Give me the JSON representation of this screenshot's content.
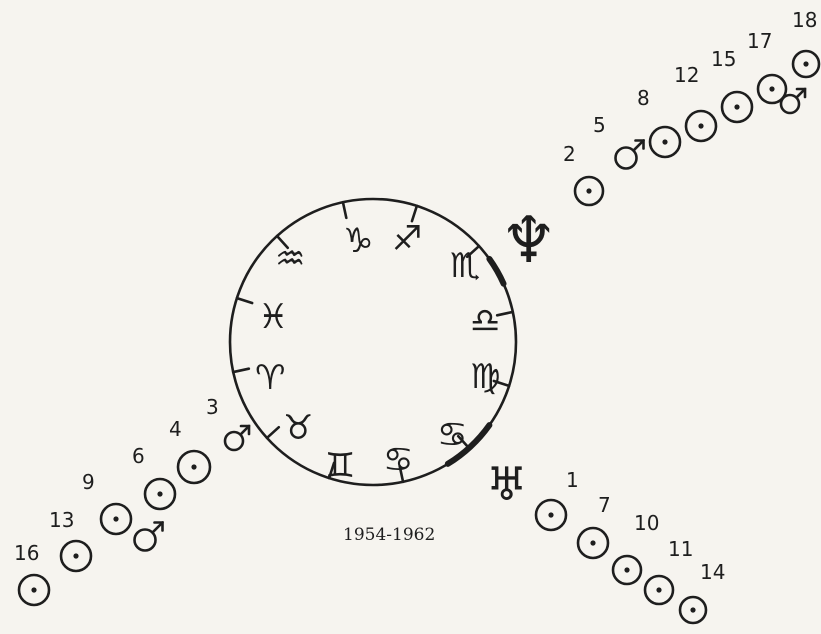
{
  "caption": "1954-1962",
  "zodiac_signs": [
    "♑",
    "♐",
    "♏",
    "♎",
    "♍",
    "♋",
    "♋",
    "♊",
    "♉",
    "♈",
    "♓",
    "♒"
  ],
  "neptune": {
    "symbol": "♆",
    "chain": [
      {
        "label": "2",
        "symbol": "sun"
      },
      {
        "label": "5",
        "symbol": "mars"
      },
      {
        "label": "8",
        "symbol": "sun"
      },
      {
        "label": "12",
        "symbol": "sun"
      },
      {
        "label": "15",
        "symbol": "sun"
      },
      {
        "label": "17",
        "symbol": "sun"
      },
      {
        "label": "18",
        "symbol": "sun"
      }
    ]
  },
  "uranus": {
    "symbol": "♅",
    "chain": [
      {
        "label": "1",
        "symbol": "sun"
      },
      {
        "label": "7",
        "symbol": "sun"
      },
      {
        "label": "10",
        "symbol": "sun"
      },
      {
        "label": "11",
        "symbol": "sun"
      },
      {
        "label": "14",
        "symbol": "sun"
      }
    ]
  },
  "lower_left": {
    "chain": [
      {
        "label": "3",
        "symbol": "mars"
      },
      {
        "label": "4",
        "symbol": "sun"
      },
      {
        "label": "6",
        "symbol": "sun"
      },
      {
        "label": "9",
        "symbol": "sun"
      },
      {
        "label": "13",
        "symbol": "sun"
      },
      {
        "label": "16",
        "symbol": "sun"
      }
    ]
  }
}
